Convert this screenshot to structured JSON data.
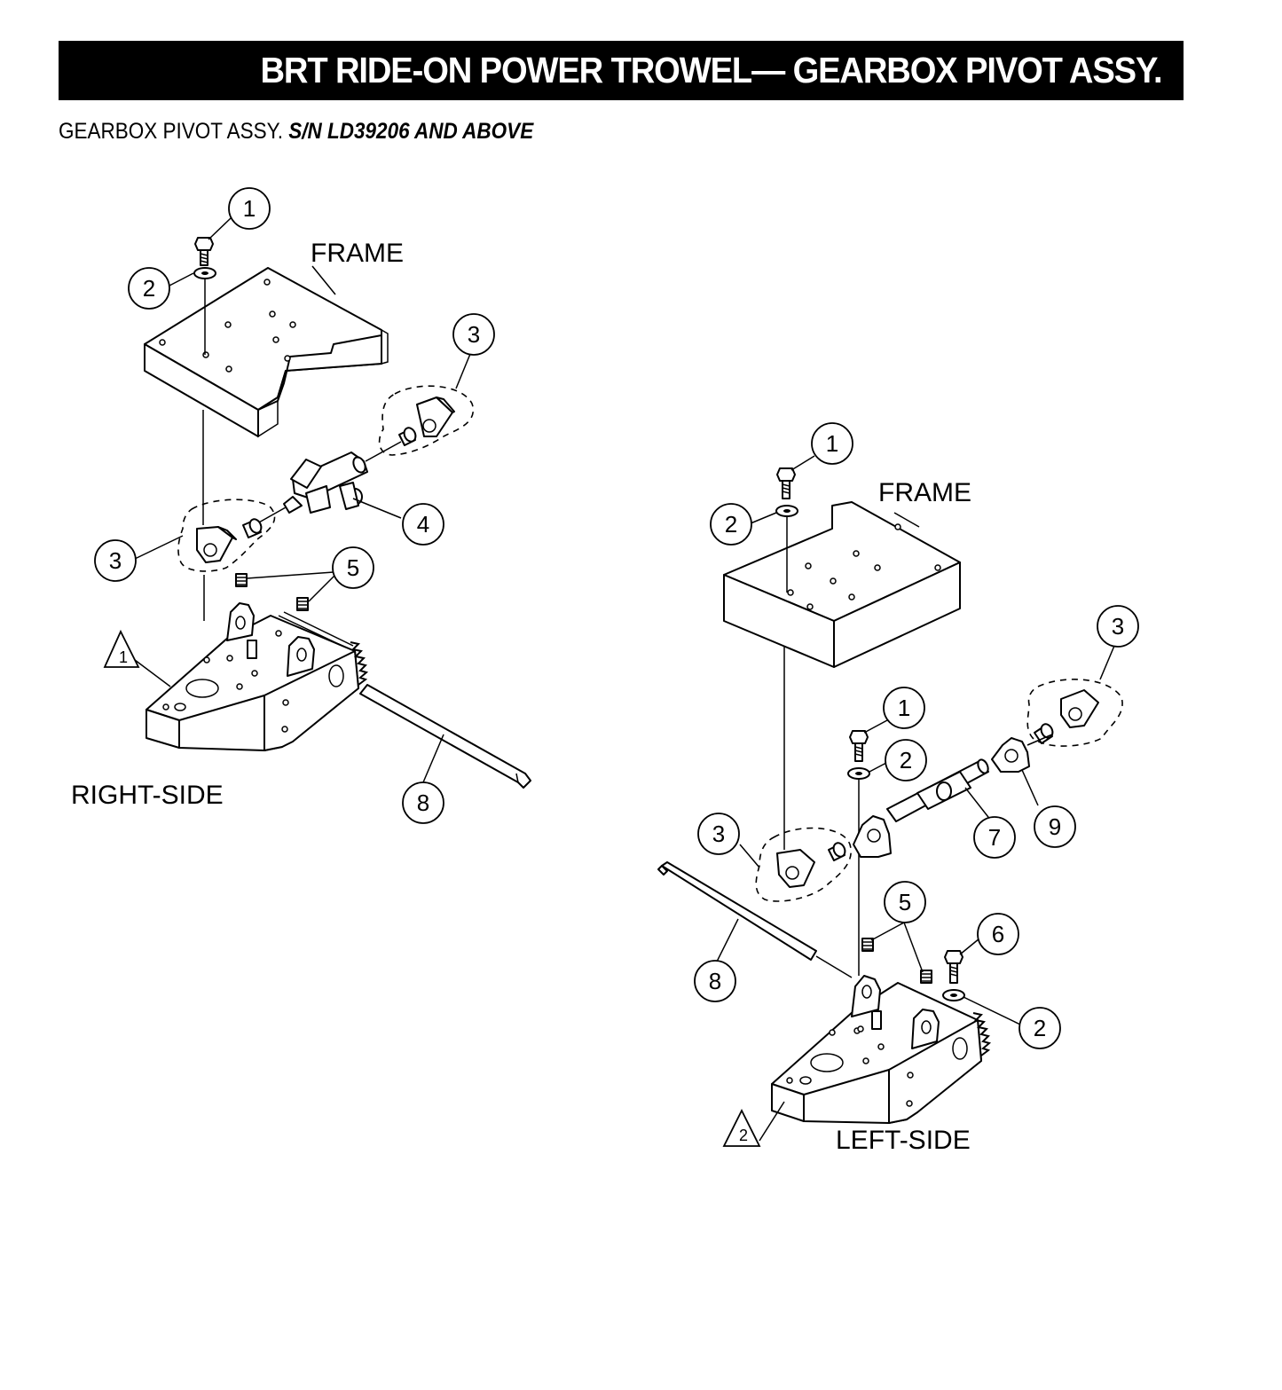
{
  "header": {
    "title": "BRT RIDE-ON POWER TROWEL— GEARBOX PIVOT ASSY."
  },
  "subheader": {
    "prefix": "GEARBOX PIVOT  ASSY.",
    "serial": "S/N LD39206 AND ABOVE"
  },
  "labels": {
    "frame": "FRAME",
    "right_side": "RIGHT-SIDE",
    "left_side": "LEFT-SIDE"
  },
  "callouts": {
    "n1": "1",
    "n2": "2",
    "n3": "3",
    "n4": "4",
    "n5": "5",
    "n6": "6",
    "n7": "7",
    "n8": "8",
    "n9": "9"
  },
  "notes": {
    "t1": "1",
    "t2": "2"
  }
}
